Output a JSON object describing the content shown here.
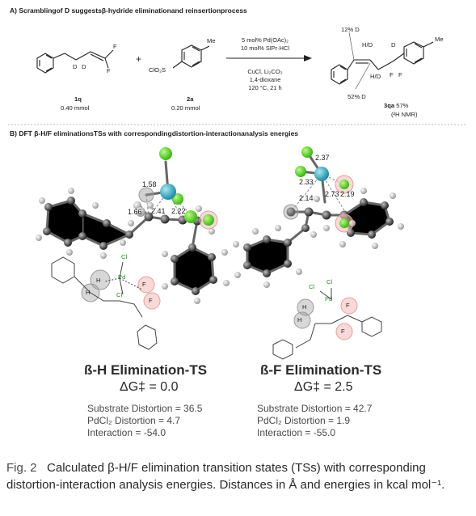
{
  "sectionA": {
    "title": "A) Scramblingof D suggestsβ-hydride eliminationand reinsertionprocess",
    "compound1": {
      "label": "1q",
      "amount": "0.40 mmol",
      "atoms": [
        "F",
        "F",
        "D",
        "D"
      ]
    },
    "plus": "+",
    "compound2": {
      "label": "2a",
      "amount": "0.20 mmol",
      "atoms": [
        "Me",
        "ClO₂S"
      ]
    },
    "conditions_top": [
      "5 mol% Pd(OAc)₂",
      "10 mol% SIPr·HCl"
    ],
    "conditions_bottom": [
      "CuCl, Li₂CO₃",
      "1,4-dioxane",
      "120 °C, 21 h"
    ],
    "product": {
      "label": "3qa",
      "yield": "57%",
      "method": "(²H NMR)",
      "d_top": "12% D",
      "d_bottom": "52% D",
      "atoms": [
        "H/D",
        "D",
        "H/D",
        "F",
        "F",
        "Me"
      ]
    }
  },
  "sectionB": {
    "title": "B) DFT β-H/F eliminationsTSs with correspondingdistortion-interactionanalysis energies",
    "left_distances": [
      "1.58",
      "1.66",
      "2.41",
      "2.22"
    ],
    "right_distances": [
      "2.37",
      "2.33",
      "2.73",
      "2.19",
      "2.14"
    ],
    "left_sketch_atoms": [
      "Cl",
      "Pd",
      "Cl",
      "H",
      "H",
      "F",
      "F"
    ],
    "right_sketch_atoms": [
      "Cl",
      "Cl",
      "Pd",
      "H",
      "H",
      "F",
      "F"
    ],
    "ts_left": {
      "title": "ß-H Elimination-TS",
      "dg": "ΔG‡ = 0.0",
      "lines": [
        "Substrate Distortion = 36.5",
        "PdCl₂ Distortion = 4.7",
        "Interaction = -54.0"
      ]
    },
    "ts_right": {
      "title": "ß-F Elimination-TS",
      "dg": "ΔG‡ = 2.5",
      "lines": [
        "Substrate Distortion = 42.7",
        "PdCl₂ Distortion = 1.9",
        "Interaction = -55.0"
      ]
    }
  },
  "caption": {
    "label": "Fig. 2",
    "text": "Calculated β-H/F elimination transition states (TSs) with corresponding distortion-interaction analysis energies. Distances in Å and energies in kcal mol⁻¹."
  }
}
